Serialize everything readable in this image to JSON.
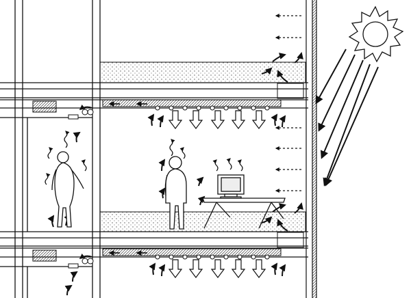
{
  "diagram": {
    "kind": "building-section-ventilation-sketch",
    "palette": {
      "ink": "#111111",
      "paper": "#ffffff",
      "stipple": "#555555"
    },
    "elements": {
      "sun": "sun-icon",
      "people": [
        "standing-woman",
        "standing-man"
      ],
      "equipment": [
        "crt-monitor",
        "drafting-table"
      ],
      "airflow": [
        "cool-air-arrows",
        "warm-air-arrows",
        "heat-wavy-arrows",
        "solar-ray-arrows"
      ]
    }
  }
}
